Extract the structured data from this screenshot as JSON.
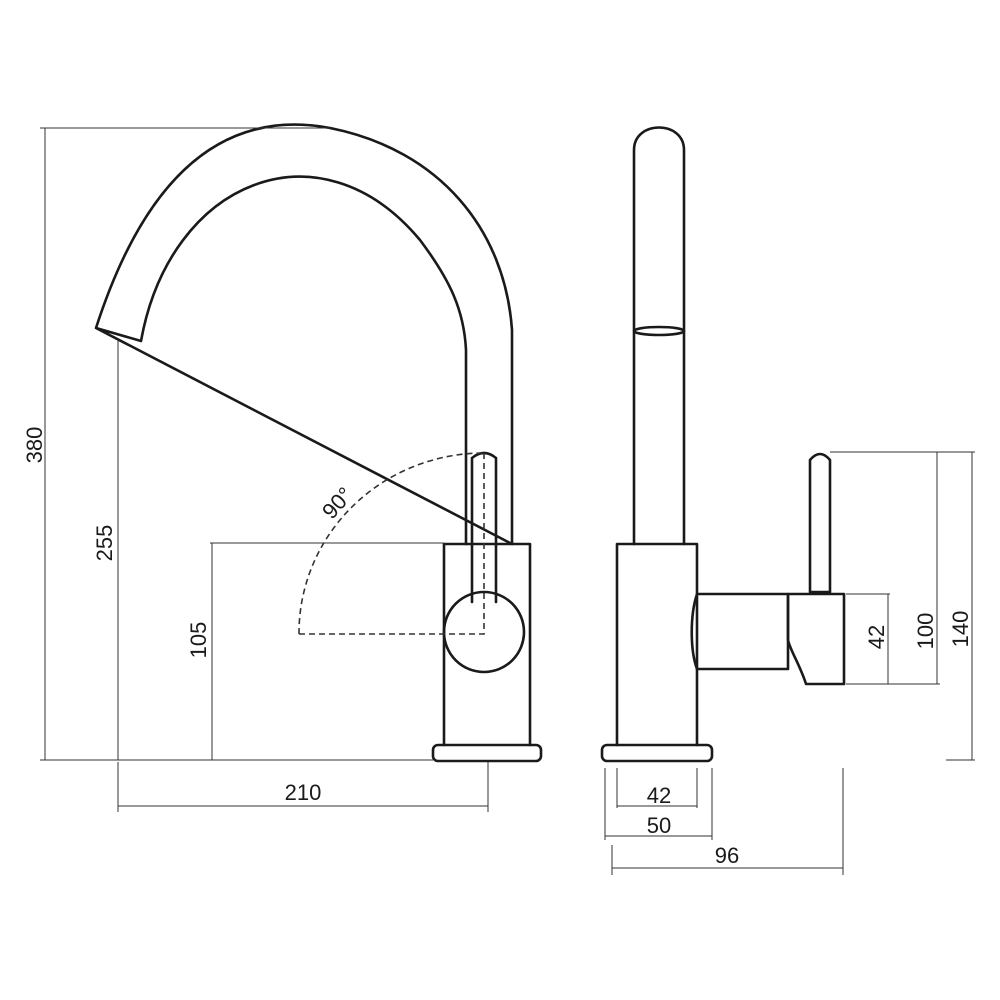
{
  "dimensions": {
    "total_height": "380",
    "spout_outlet_height": "255",
    "body_height": "105",
    "spout_reach": "210",
    "rotation_angle": "90°",
    "handle_width": "42",
    "handle_offset_height": "100",
    "handle_total_height": "140",
    "body_diameter": "42",
    "base_diameter": "50",
    "overall_depth": "96"
  },
  "colors": {
    "outline": "#1a1a1a",
    "dimension_line": "#333333",
    "background": "#ffffff"
  }
}
